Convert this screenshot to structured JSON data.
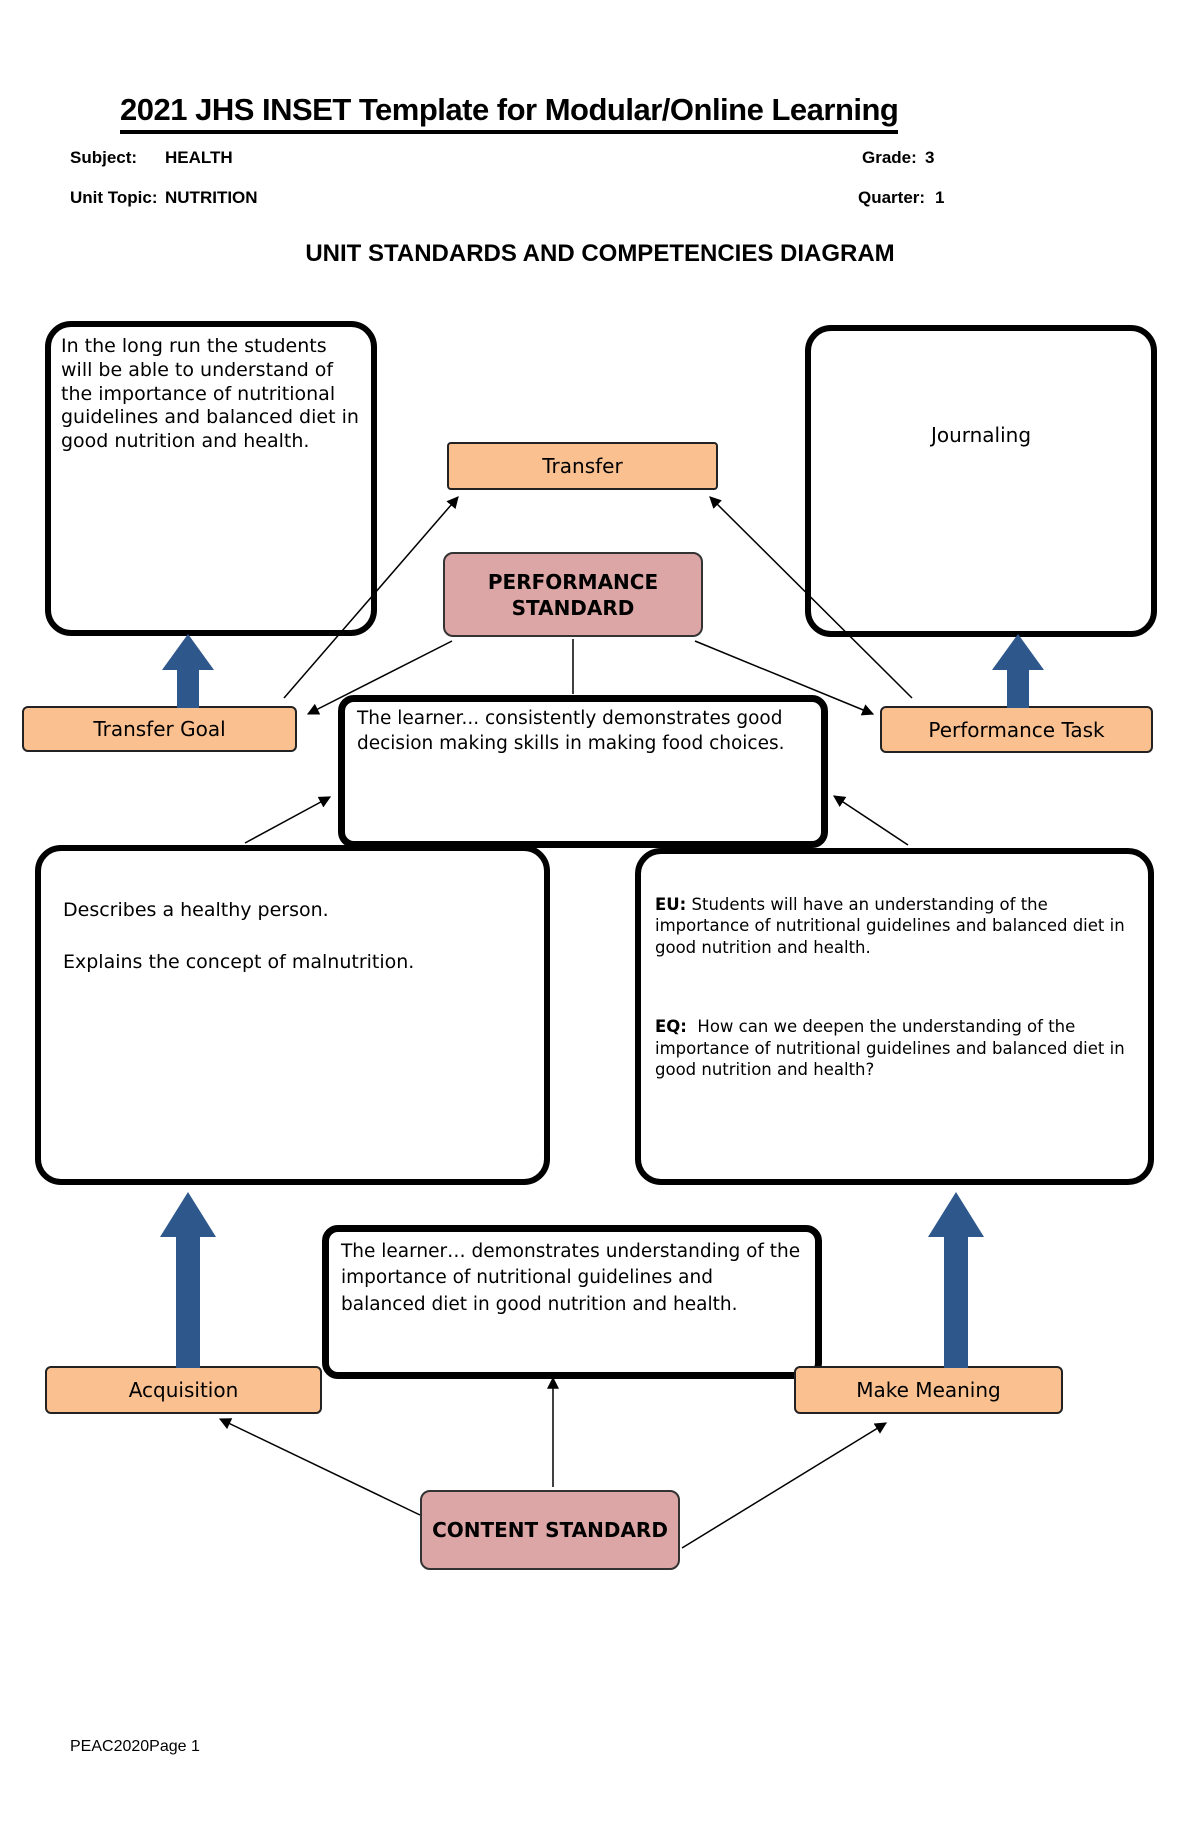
{
  "page": {
    "title": "2021 JHS INSET Template for Modular/Online Learning",
    "subject_label": "Subject:",
    "subject_value": "HEALTH",
    "grade_label": "Grade:",
    "grade_value": "3",
    "unit_topic_label": "Unit Topic:",
    "unit_topic_value": "NUTRITION",
    "quarter_label": "Quarter:",
    "quarter_value": "1",
    "diagram_title": "UNIT STANDARDS AND COMPETENCIES DIAGRAM",
    "footer": "PEAC2020Page 1"
  },
  "diagram": {
    "transfer_goal_statement": "In the long run the students will be able to understand of the importance of nutritional guidelines and balanced diet in good nutrition and health.",
    "journaling_value": "Journaling",
    "transfer_label": "Transfer",
    "performance_standard_label": "PERFORMANCE STANDARD",
    "transfer_goal_label": "Transfer Goal",
    "performance_task_label": "Performance Task",
    "performance_standard_statement": "The learner... consistently demonstrates good decision making skills in making food choices.",
    "acquisition_statement_1": "Describes a healthy person.",
    "acquisition_statement_2": "Explains the concept of malnutrition.",
    "eu_label": "EU:",
    "eu_text": "Students will have an understanding of the importance of nutritional guidelines and balanced diet in good nutrition and health.",
    "eq_label": "EQ:",
    "eq_text": "How can we deepen the understanding of the importance of nutritional guidelines and balanced diet in good nutrition and health?",
    "content_standard_statement": "The learner… demonstrates understanding of the importance of nutritional guidelines and balanced diet in good nutrition and health.",
    "acquisition_label": "Acquisition",
    "make_meaning_label": "Make Meaning",
    "content_standard_label": "CONTENT STANDARD"
  },
  "colors": {
    "accent_orange": "#FAC090",
    "accent_pink": "#DCA6A6",
    "arrow_blue": "#2E578C"
  }
}
